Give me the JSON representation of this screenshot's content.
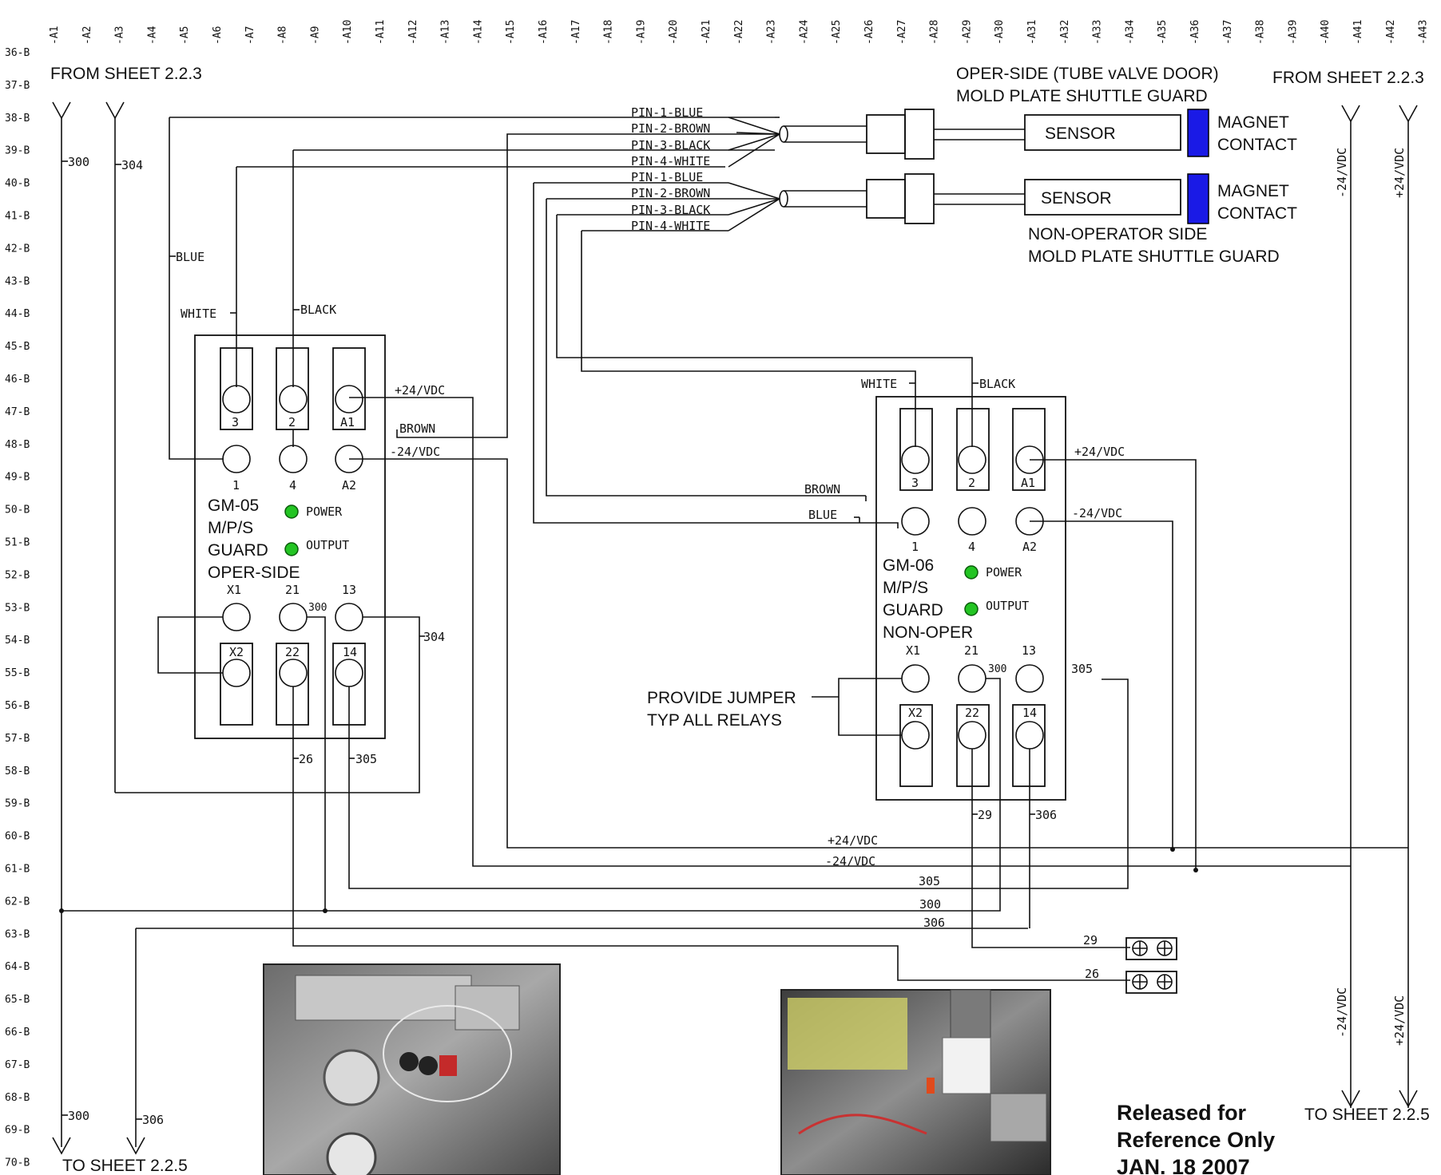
{
  "columns": [
    "-A1",
    "-A2",
    "-A3",
    "-A4",
    "-A5",
    "-A6",
    "-A7",
    "-A8",
    "-A9",
    "-A10",
    "-A11",
    "-A12",
    "-A13",
    "-A14",
    "-A15",
    "-A16",
    "-A17",
    "-A18",
    "-A19",
    "-A20",
    "-A21",
    "-A22",
    "-A23",
    "-A24",
    "-A25",
    "-A26",
    "-A27",
    "-A28",
    "-A29",
    "-A30",
    "-A31",
    "-A32",
    "-A33",
    "-A34",
    "-A35",
    "-A36",
    "-A37",
    "-A38",
    "-A39",
    "-A40",
    "-A41",
    "-A42",
    "-A43"
  ],
  "rows": [
    "36-B",
    "37-B",
    "38-B",
    "39-B",
    "40-B",
    "41-B",
    "42-B",
    "43-B",
    "44-B",
    "45-B",
    "46-B",
    "47-B",
    "48-B",
    "49-B",
    "50-B",
    "51-B",
    "52-B",
    "53-B",
    "54-B",
    "55-B",
    "56-B",
    "57-B",
    "58-B",
    "59-B",
    "60-B",
    "61-B",
    "62-B",
    "63-B",
    "64-B",
    "65-B",
    "66-B",
    "67-B",
    "68-B",
    "69-B",
    "70-B"
  ],
  "labels": {
    "from_sheet": "FROM SHEET 2.2.3",
    "to_sheet": "TO SHEET 2.2.5",
    "oper_side_title_1": "OPER-SIDE  (TUBE vALVE DOOR)",
    "oper_side_title_2": "MOLD PLATE SHUTTLE GUARD",
    "non_oper_title_1": "NON-OPERATOR SIDE",
    "non_oper_title_2": "MOLD PLATE SHUTTLE GUARD",
    "sensor": "SENSOR",
    "magnet_1": "MAGNET",
    "magnet_2": "CONTACT",
    "neg24": "-24/VDC",
    "pos24": "+24/VDC",
    "jumper_1": "PROVIDE JUMPER",
    "jumper_2": "TYP ALL RELAYS",
    "released_1": "Released for",
    "released_2": "Reference Only",
    "released_3": "JAN. 18 2007"
  },
  "pins": {
    "p1": "PIN-1-BLUE",
    "p2": "PIN-2-BROWN",
    "p3": "PIN-3-BLACK",
    "p4": "PIN-4-WHITE"
  },
  "wires": {
    "blue": "BLUE",
    "white": "WHITE",
    "black": "BLACK",
    "brown": "BROWN",
    "w300": "300",
    "w304": "304",
    "w305": "305",
    "w306": "306",
    "w26": "26",
    "w29": "29"
  },
  "relay1": {
    "name": "GM-05",
    "line2": "M/P/S",
    "line3": "GUARD",
    "line4": "OPER-SIDE",
    "power": "POWER",
    "output": "OUTPUT"
  },
  "relay2": {
    "name": "GM-06",
    "line2": "M/P/S",
    "line3": "GUARD",
    "line4": "NON-OPER",
    "power": "POWER",
    "output": "OUTPUT"
  },
  "terminals": {
    "t3": "3",
    "t2": "2",
    "tA1": "A1",
    "t1": "1",
    "t4": "4",
    "tA2": "A2",
    "tX1": "X1",
    "t21": "21",
    "t13": "13",
    "tX2": "X2",
    "t22": "22",
    "t14": "14"
  },
  "colors": {
    "led": "#23c423",
    "magnet": "#1a1ae6"
  }
}
